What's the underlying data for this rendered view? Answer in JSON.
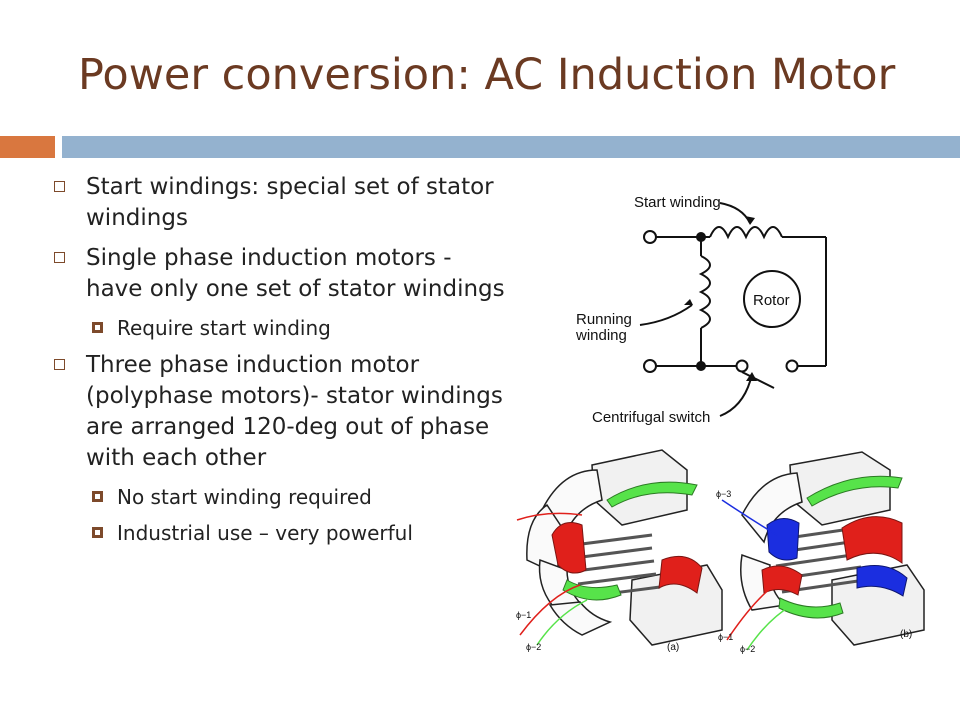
{
  "slide": {
    "title": "Power conversion: AC Induction Motor",
    "bullets": [
      {
        "level": 1,
        "text": "Start windings: special set of stator windings"
      },
      {
        "level": 1,
        "text": "Single phase induction motors - have only one set of stator windings"
      },
      {
        "level": 2,
        "text": "Require start winding"
      },
      {
        "level": 1,
        "text": "Three phase induction motor (polyphase motors)- stator windings are arranged 120-deg out of phase with each other"
      },
      {
        "level": 2,
        "text": "No start winding required"
      },
      {
        "level": 2,
        "text": "Industrial use – very powerful"
      }
    ]
  },
  "circuit_diagram": {
    "start_winding_label": "Start winding",
    "running_winding_label": "Running",
    "running_winding_label2": "winding",
    "rotor_label": "Rotor",
    "centrifugal_switch_label": "Centrifugal switch"
  },
  "motor_diagrams": {
    "caption_a": "(a)",
    "caption_b": "(b)",
    "phase_a1": "ϕ−1",
    "phase_a2": "ϕ−2",
    "phase_b1": "ϕ−1",
    "phase_b2": "ϕ−2",
    "phase_b3": "ϕ−3"
  },
  "colors": {
    "title": "#6b3a22",
    "accent_orange": "#d9773f",
    "accent_blue": "#94b2cf",
    "winding_red": "#e0201b",
    "winding_green": "#57e34a",
    "winding_blue": "#1b2ee0"
  }
}
